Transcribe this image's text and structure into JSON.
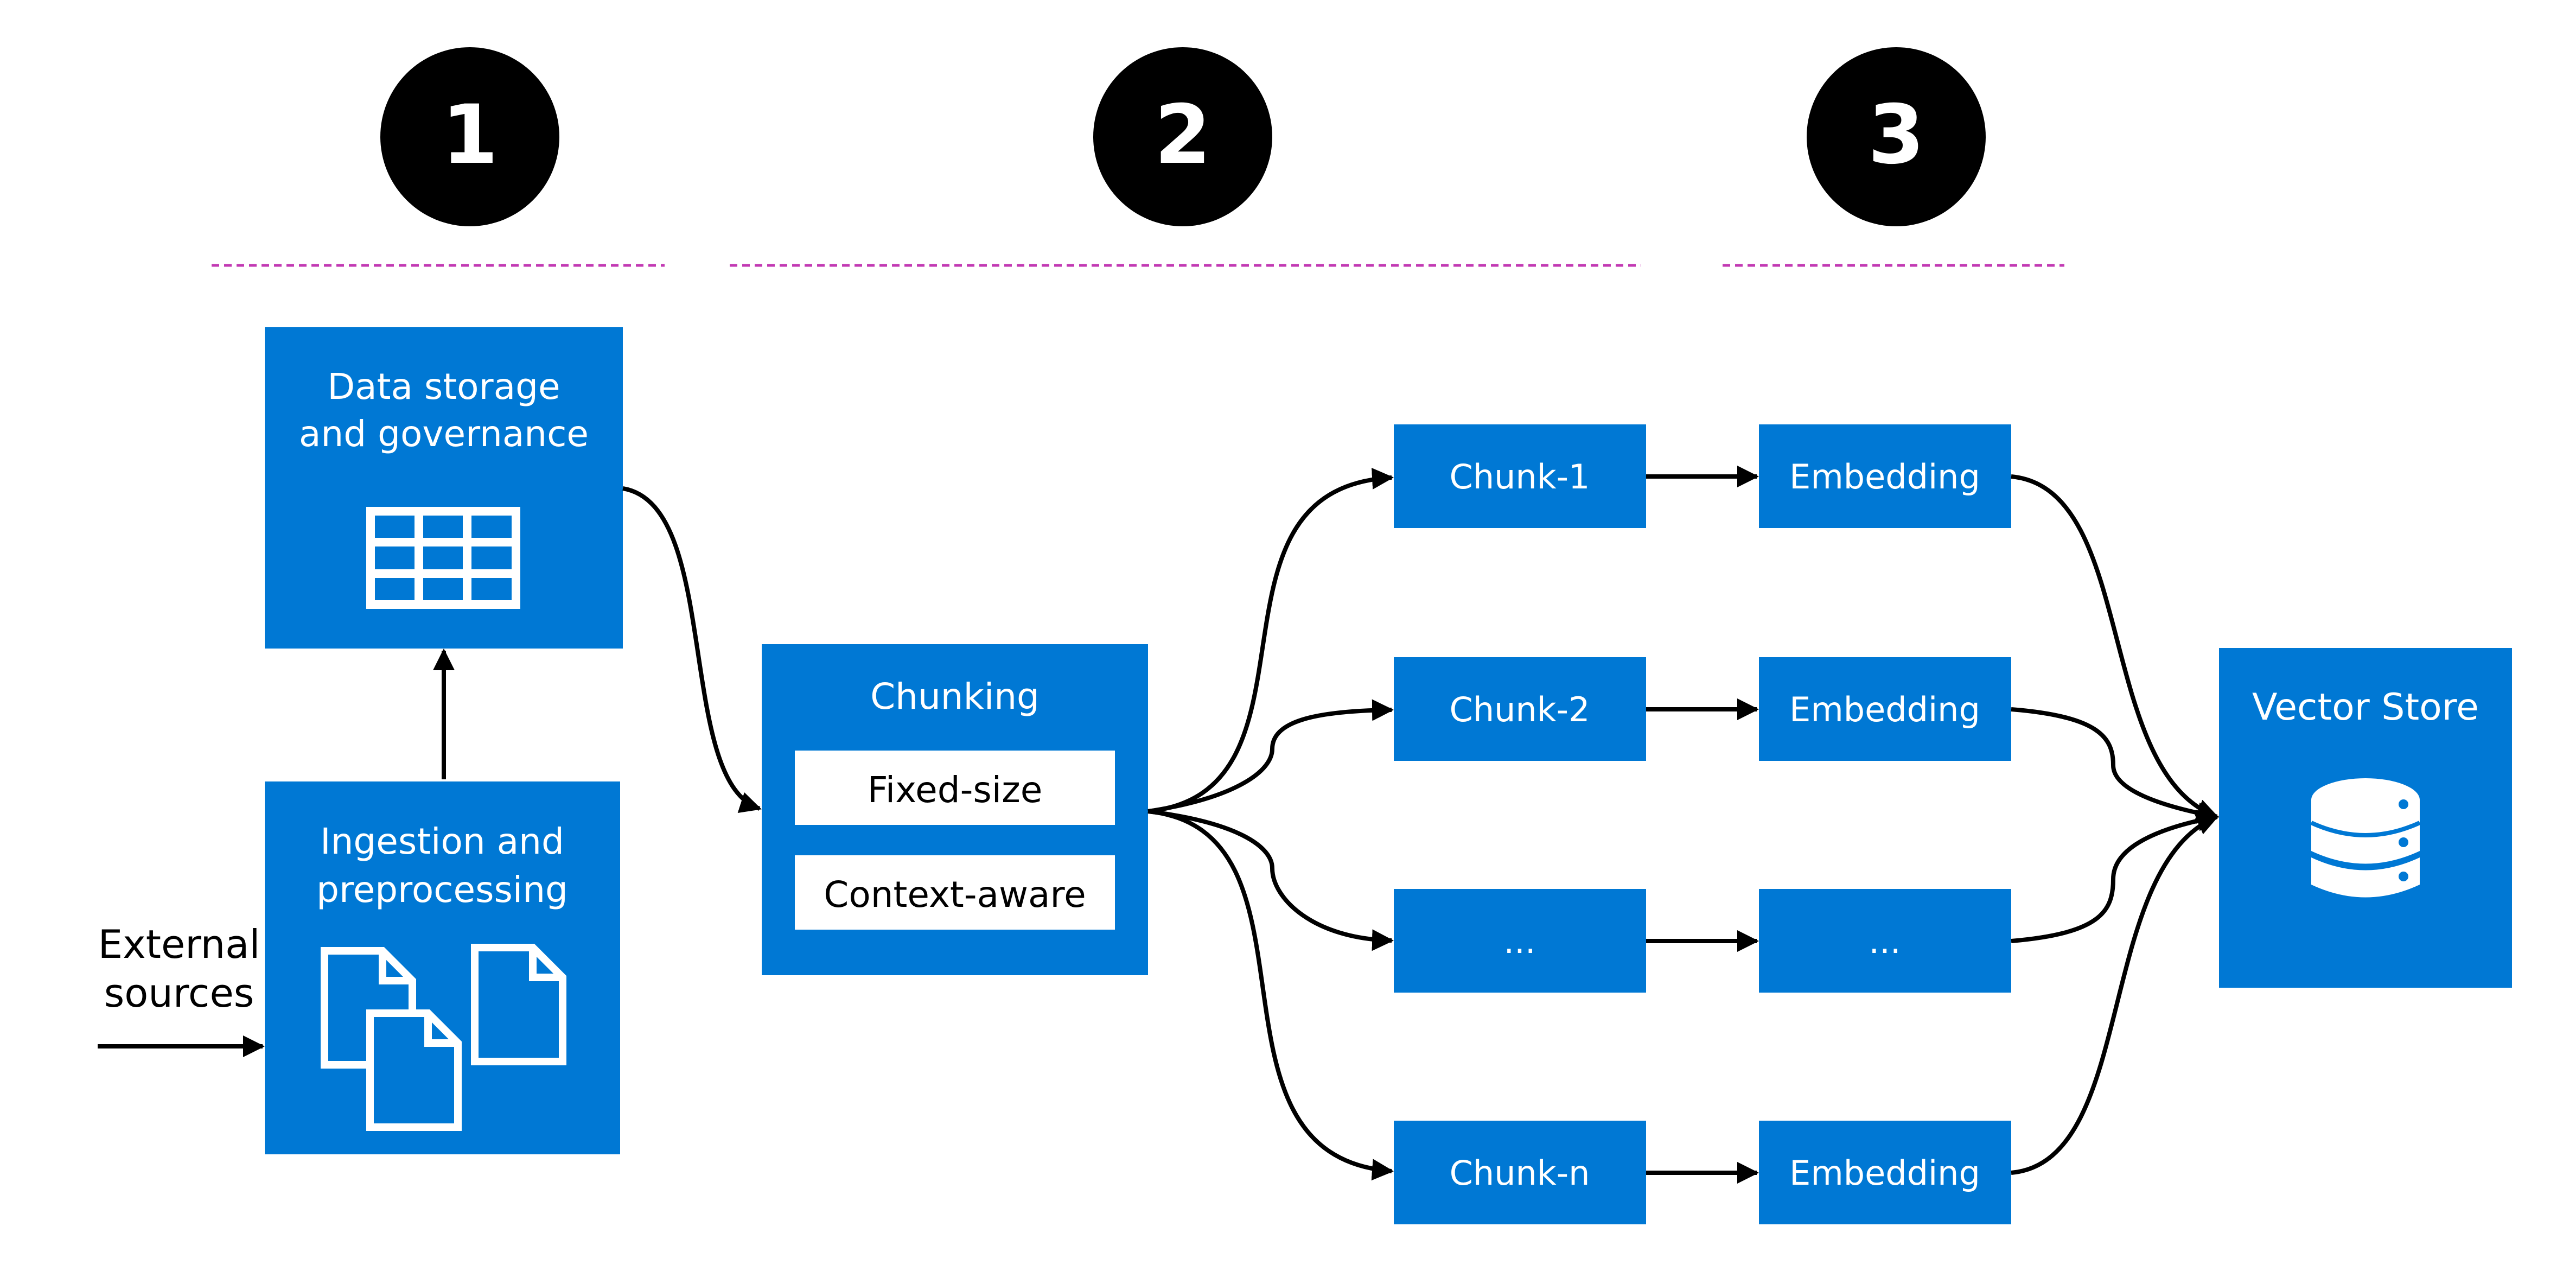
{
  "steps": [
    {
      "number": "1"
    },
    {
      "number": "2"
    },
    {
      "number": "3"
    }
  ],
  "nodes": {
    "data_storage": {
      "line1": "Data storage",
      "line2": "and governance",
      "icon": "table-icon"
    },
    "ingestion": {
      "line1": "Ingestion and",
      "line2": "preprocessing",
      "icon": "documents-icon"
    },
    "external": {
      "line1": "External",
      "line2": "sources"
    },
    "chunking": {
      "title": "Chunking",
      "options": [
        "Fixed-size",
        "Context-aware"
      ]
    },
    "chunks": [
      "Chunk-1",
      "Chunk-2",
      "...",
      "Chunk-n"
    ],
    "embeddings": [
      "Embedding",
      "Embedding",
      "...",
      "Embedding"
    ],
    "vector_store": {
      "title": "Vector Store",
      "icon": "database-icon"
    }
  },
  "colors": {
    "box": "#0078D4",
    "step_circle": "#000000",
    "divider": "#C239B3",
    "arrow": "#000000",
    "text_on_box": "#FFFFFF",
    "text_dark": "#000000"
  }
}
